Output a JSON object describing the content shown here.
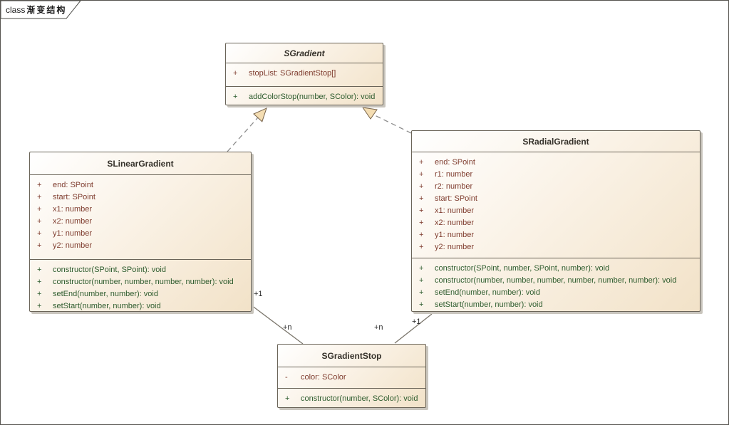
{
  "frame": {
    "label_prefix": "class",
    "label_title": "渐变结构"
  },
  "colors": {
    "box_border": "#6a6458",
    "box_fill_start": "#ffffff",
    "box_fill_end": "#f2e2c8",
    "box_shadow": "#c9c5bd",
    "attribute_text": "#7e3b2d",
    "operation_text": "#2e5c2e",
    "title_text": "#35312a",
    "dashed_line": "#8c8c8c",
    "association_line": "#7a756b",
    "arrowhead_fill": "#f4ddb2",
    "arrowhead_stroke": "#77634a"
  },
  "classes": [
    {
      "name": "SGradient",
      "abstract": true,
      "attributes": [
        {
          "vis": "+",
          "text": "stopList: SGradientStop[]"
        }
      ],
      "operations": [
        {
          "vis": "+",
          "text": "addColorStop(number, SColor): void"
        }
      ]
    },
    {
      "name": "SLinearGradient",
      "abstract": false,
      "attributes": [
        {
          "vis": "+",
          "text": "end: SPoint"
        },
        {
          "vis": "+",
          "text": "start: SPoint"
        },
        {
          "vis": "+",
          "text": "x1: number"
        },
        {
          "vis": "+",
          "text": "x2: number"
        },
        {
          "vis": "+",
          "text": "y1: number"
        },
        {
          "vis": "+",
          "text": "y2: number"
        }
      ],
      "operations": [
        {
          "vis": "+",
          "text": "constructor(SPoint, SPoint): void"
        },
        {
          "vis": "+",
          "text": "constructor(number, number, number, number): void"
        },
        {
          "vis": "+",
          "text": "setEnd(number, number): void"
        },
        {
          "vis": "+",
          "text": "setStart(number, number): void"
        }
      ]
    },
    {
      "name": "SRadialGradient",
      "abstract": false,
      "attributes": [
        {
          "vis": "+",
          "text": "end: SPoint"
        },
        {
          "vis": "+",
          "text": "r1: number"
        },
        {
          "vis": "+",
          "text": "r2: number"
        },
        {
          "vis": "+",
          "text": "start: SPoint"
        },
        {
          "vis": "+",
          "text": "x1: number"
        },
        {
          "vis": "+",
          "text": "x2: number"
        },
        {
          "vis": "+",
          "text": "y1: number"
        },
        {
          "vis": "+",
          "text": "y2: number"
        }
      ],
      "operations": [
        {
          "vis": "+",
          "text": "constructor(SPoint, number, SPoint, number): void"
        },
        {
          "vis": "+",
          "text": "constructor(number, number, number, number, number, number): void"
        },
        {
          "vis": "+",
          "text": "setEnd(number, number): void"
        },
        {
          "vis": "+",
          "text": "setStart(number, number): void"
        }
      ]
    },
    {
      "name": "SGradientStop",
      "abstract": false,
      "attributes": [
        {
          "vis": "-",
          "text": "color: SColor"
        }
      ],
      "operations": [
        {
          "vis": "+",
          "text": "constructor(number, SColor): void"
        }
      ]
    }
  ],
  "connectors": {
    "linear_realizes_gradient": {
      "type": "realization"
    },
    "radial_realizes_gradient": {
      "type": "realization"
    },
    "linear_to_stop": {
      "source_multiplicity": "+1",
      "target_multiplicity": "+n"
    },
    "radial_to_stop": {
      "source_multiplicity": "+1",
      "target_multiplicity": "+n"
    }
  }
}
